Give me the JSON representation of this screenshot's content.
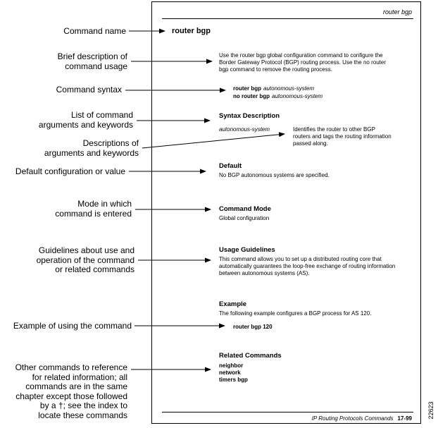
{
  "figure_number": "22623",
  "callouts": [
    {
      "label": "Command name"
    },
    {
      "label": "Brief description of\ncommand usage"
    },
    {
      "label": "Command syntax"
    },
    {
      "label": "List of command\narguments and keywords"
    },
    {
      "label": "Descriptions of\narguments and keywords"
    },
    {
      "label": "Default configuration or value"
    },
    {
      "label": "Mode in which\ncommand is entered"
    },
    {
      "label": "Guidelines about use and\noperation of the command\nor related commands"
    },
    {
      "label": "Example of using the command"
    },
    {
      "label": "Other commands to reference\nfor related information; all\ncommands are in the same\nchapter except those followed\nby a †; see the index to\nlocate these commands"
    }
  ],
  "page": {
    "header_title": "router bgp",
    "command_name": "router bgp",
    "description": "Use the router bgp global configuration command to configure the\nBorder Gateway Protocol (BGP) routing process. Use the no router\nbgp command to remove the routing process.",
    "syntax_lines": [
      {
        "keyword": "router bgp",
        "argument": "autonomous-system"
      },
      {
        "keyword": "no router bgp",
        "argument": "autonomous-system"
      }
    ],
    "sections": {
      "syntax_description_heading": "Syntax Description",
      "argument_name": "autonomous-system",
      "argument_description": "Identifies the router to other BGP\nrouters and tags the routing information\npassed along.",
      "default_heading": "Default",
      "default_text": "No BGP autonomous systems are specified.",
      "command_mode_heading": "Command Mode",
      "command_mode_text": "Global configuration",
      "usage_heading": "Usage Guidelines",
      "usage_text": "This command allows you to set up a distributed routing core that\nautomatically guarantees the loop-free exchange of routing information\nbetween autonomous systems (AS).",
      "example_heading": "Example",
      "example_intro": "The following example configures a BGP process for AS 120.",
      "example_command": "router bgp 120",
      "related_heading": "Related Commands",
      "related_commands": [
        "neighbor",
        "network",
        "timers bgp"
      ]
    },
    "footer_title": "IP Routing Protocols Commands",
    "footer_page": "17-99"
  }
}
